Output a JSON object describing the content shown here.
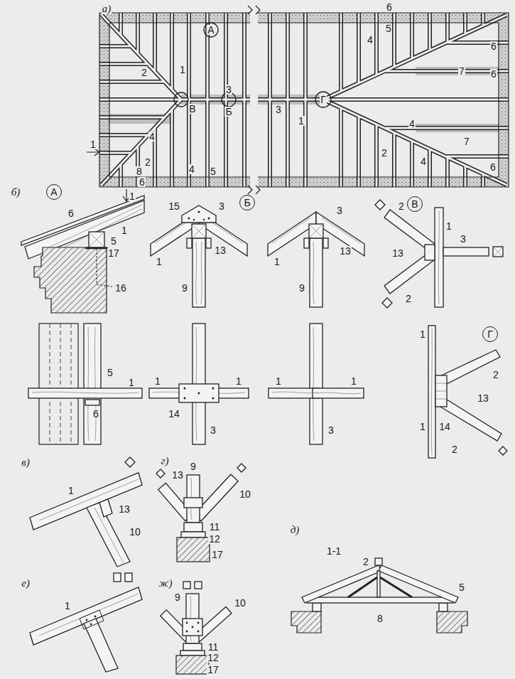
{
  "diagram": {
    "nodes": [
      {
        "text": [
          "А"
        ]
      },
      {
        "text": [
          "Б"
        ]
      },
      {
        "text": [
          "В"
        ]
      },
      {
        "text": [
          "Г"
        ]
      }
    ],
    "labels": [
      "а)",
      "А",
      "1",
      "2",
      "3",
      "В",
      "Б",
      "4",
      "2",
      "8",
      "4",
      "5",
      "6",
      "1",
      "1",
      "6",
      "5",
      "4",
      "6",
      "7",
      "6",
      "3",
      "Г",
      "1",
      "4",
      "7",
      "2",
      "4",
      "6",
      "б)",
      "6",
      "1",
      "5",
      "17",
      "16",
      "5",
      "1",
      "6",
      "15",
      "3",
      "1",
      "13",
      "9",
      "1",
      "1",
      "14",
      "3",
      "3",
      "1",
      "13",
      "9",
      "1",
      "1",
      "3",
      "2",
      "1",
      "3",
      "13",
      "2",
      "1",
      "2",
      "13",
      "1",
      "14",
      "2",
      "в)",
      "1",
      "13",
      "10",
      "г)",
      "9",
      "13",
      "10",
      "11",
      "12",
      "17",
      "д)",
      "1-1",
      "2",
      "5",
      "8",
      "е)",
      "1",
      "ж)",
      "9",
      "10",
      "11",
      "12",
      "17"
    ]
  }
}
